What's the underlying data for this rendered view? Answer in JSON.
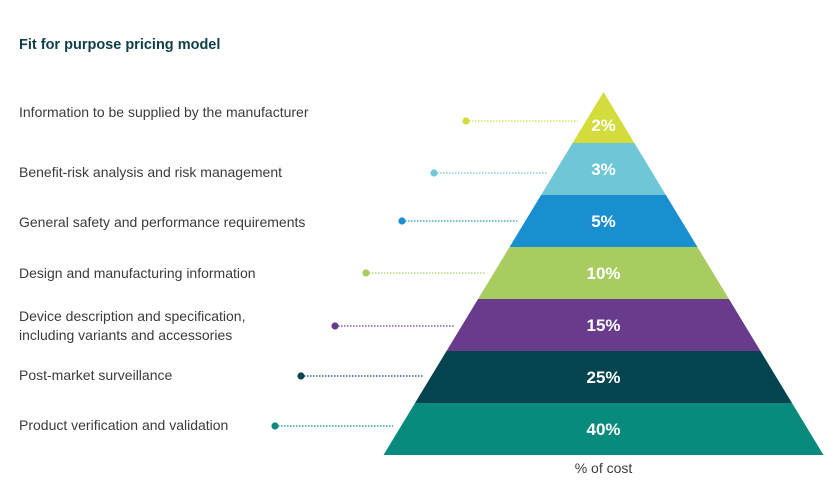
{
  "chart_data": {
    "type": "pyramid",
    "title": "Fit for purpose pricing model",
    "xlabel": "% of cost",
    "tiers": [
      {
        "label": "Information to be supplied by the manufacturer",
        "value": 2,
        "value_label": "2%",
        "color": "#d4dc3c"
      },
      {
        "label": "Benefit-risk analysis and risk management",
        "value": 3,
        "value_label": "3%",
        "color": "#6ec6d6"
      },
      {
        "label": "General safety and performance requirements",
        "value": 5,
        "value_label": "5%",
        "color": "#1a8fd0"
      },
      {
        "label": "Design and manufacturing information",
        "value": 10,
        "value_label": "10%",
        "color": "#a9cc61"
      },
      {
        "label": "Device description and specification,\nincluding variants and accessories",
        "value": 15,
        "value_label": "15%",
        "color": "#693b8c"
      },
      {
        "label": "Post-market surveillance",
        "value": 25,
        "value_label": "25%",
        "color": "#03444f"
      },
      {
        "label": "Product verification and validation",
        "value": 40,
        "value_label": "40%",
        "color": "#088b7c"
      }
    ]
  }
}
